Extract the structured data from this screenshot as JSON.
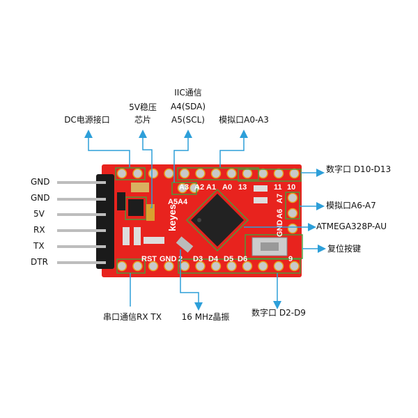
{
  "colors": {
    "board": "#e8231e",
    "callout": "#2d9fd9",
    "outline": "#4f9a3a"
  },
  "left_pins": [
    "GND",
    "GND",
    "5V",
    "RX",
    "TX",
    "DTR"
  ],
  "callouts": {
    "dc_power": "DC电源接口",
    "regulator_line1": "5V稳压",
    "regulator_line2": "芯片",
    "iic_line1": "IIC通信",
    "iic_line2": "A4(SDA)",
    "iic_line3": "A5(SCL)",
    "analog_a0_a3": "模拟口A0-A3",
    "digital_d10_d13": "数字口 D10-D13",
    "analog_a6_a7": "模拟口A6-A7",
    "mcu": "ATMEGA328P-AU",
    "reset": "复位按键",
    "serial": "串口通信RX TX",
    "crystal": "16 MHz晶振",
    "digital_d2_d9": "数字口 D2-D9"
  },
  "silkscreen": {
    "a3": "A3",
    "a2": "A2",
    "a1": "A1",
    "a0": "A0",
    "p13": "13",
    "p11": "11",
    "p10": "10",
    "a5": "A5",
    "a4": "A4",
    "a7": "A7",
    "a6": "A6",
    "gnd_r": "GND",
    "brand": "keyes",
    "rst": "RST",
    "gnd": "GND",
    "d2": "2",
    "d3": "D3",
    "d4": "D4",
    "d5": "D5",
    "d6": "D6",
    "d9": "9"
  }
}
